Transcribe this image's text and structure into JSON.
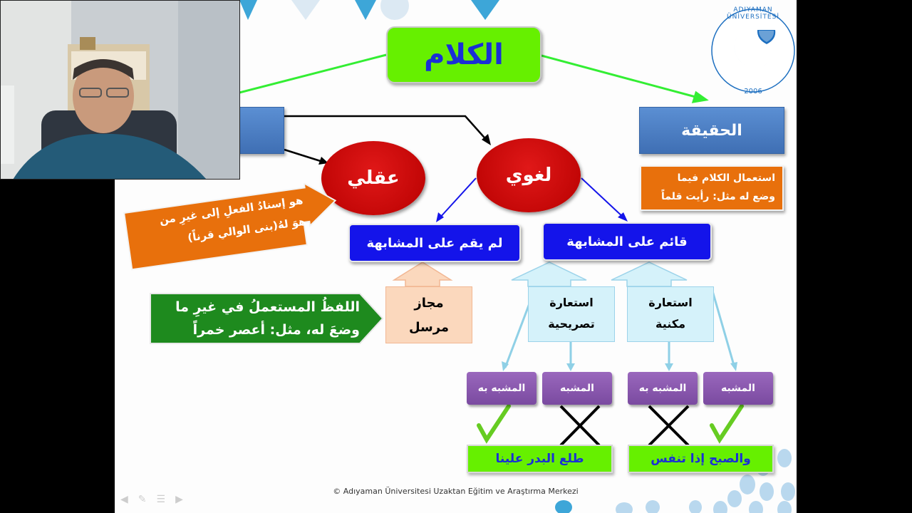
{
  "logo": {
    "university_arc": "ADIYAMAN ÜNİVERSİTESİ",
    "year": "2006",
    "colors": {
      "ring": "#1d6fc0",
      "text": "#1d6fc0"
    }
  },
  "diagram": {
    "root": "الكلام",
    "haqiqa": "الحقيقة",
    "haqiqa_definition": [
      "استعمال الكلام فيما",
      "وضع له مثل: رأيت قلماً"
    ],
    "aqli": "عقلي",
    "aqli_definition": [
      "هو إسنادُ الفعلِ إلى غيرِ من",
      "هوَ لهُ(بنى الوالي قرناً)"
    ],
    "lughawi": "لغوي",
    "not_based": "لم يقم على المشابهة",
    "based": "قائم على المشابهة",
    "majaz_mursal": [
      "مجاز",
      "مرسل"
    ],
    "majaz_definition": [
      "اللفظُ المستعملُ في غيرِ ما",
      "وضعَ له، مثل: أعصر خمراً"
    ],
    "istiara_tasrihiya": [
      "استعارة",
      "تصريحية"
    ],
    "istiara_makniya": [
      "استعارة",
      "مكنية"
    ],
    "left_pair": {
      "a": "المشبه به",
      "b": "المشبه"
    },
    "right_pair": {
      "a": "المشبه به",
      "b": "المشبه"
    },
    "example_left": "طلع البدر علينا",
    "example_right": "والصبح إذا تنفس"
  },
  "footer": {
    "text": "© Adıyaman Üniversitesi Uzaktan Eğitim ve Araştırma Merkezi"
  },
  "icons": [
    "webcam-presenter-icon",
    "university-logo-icon",
    "checkmark-icon",
    "cross-icon",
    "nav-prev-icon",
    "nav-pen-icon",
    "nav-menu-icon",
    "nav-next-icon"
  ]
}
